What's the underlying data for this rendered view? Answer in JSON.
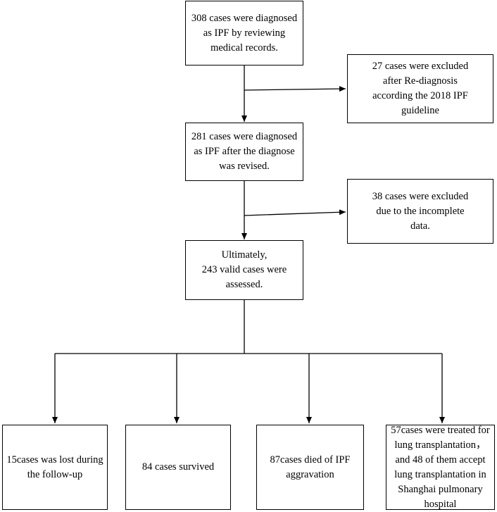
{
  "colors": {
    "line": "#000000",
    "box_border": "#000000",
    "background": "#ffffff"
  },
  "boxes": {
    "initial": "308 cases were diagnosed\nas IPF by reviewing\nmedical records.",
    "excluded_rediagnosis": "27 cases were excluded\nafter  Re-diagnosis\naccording the 2018 IPF\nguideline",
    "revised": "281 cases were diagnosed\nas IPF after the diagnose\nwas revised.",
    "excluded_incomplete": "38 cases were excluded\ndue to the incomplete\ndata.",
    "assessed": "Ultimately,\n243 valid cases were\nassessed.",
    "lost_followup": "15cases was lost during\nthe  follow-up",
    "survived": "84 cases survived",
    "died": "87cases  died of IPF\naggravation",
    "transplant": "57cases were treated for\nlung transplantation，\nand 48 of them accept\nlung  transplantation in\nShanghai pulmonary\nhospital"
  }
}
